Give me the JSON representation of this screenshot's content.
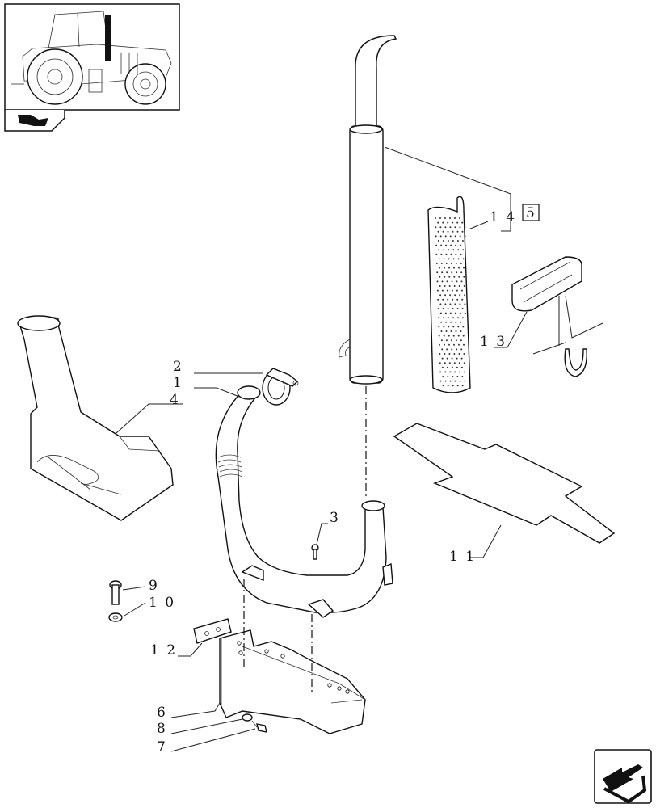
{
  "callouts": {
    "c1": "1",
    "c2": "2",
    "c3": "3",
    "c4": "4",
    "c5": "5",
    "c6": "6",
    "c7": "7",
    "c8": "8",
    "c9": "9",
    "c10": "1 0",
    "c11": "1 1",
    "c12": "1 2",
    "c13": "1 3",
    "c14": "1 4"
  },
  "icons": {
    "thumbnail": "tractor-thumbnail",
    "book": "book-icon",
    "next": "next-arrow-icon"
  }
}
